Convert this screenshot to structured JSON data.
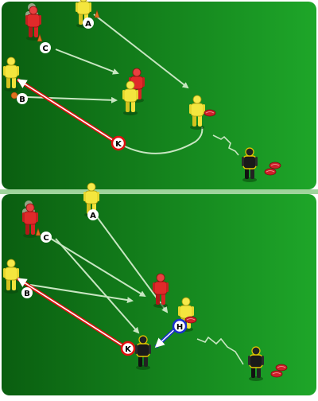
{
  "panels": [
    {
      "labels": {
        "a": "A",
        "b": "B",
        "c": "C",
        "k": "K"
      },
      "ball_tag": "K"
    },
    {
      "labels": {
        "a": "A",
        "b": "B",
        "c": "C",
        "k": "K",
        "h": "H"
      },
      "ball_tag": "K"
    }
  ],
  "colors": {
    "field_dark": "#0b6b12",
    "field_light": "#1fa52a",
    "divider": "#9fd49c",
    "line": "#c8e6c2",
    "pass_red": "#e01010",
    "pass_blue": "#1a2fd0",
    "team_yellow": "#f2e23a",
    "team_red": "#e02a2a",
    "player_black": "#1a1a1a"
  }
}
